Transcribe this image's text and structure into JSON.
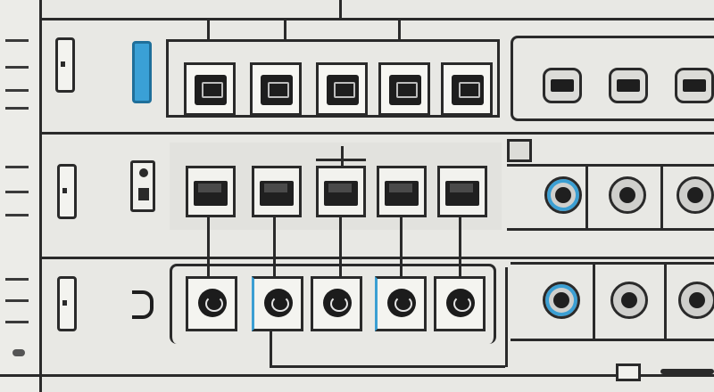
{
  "device": {
    "rows": [
      "top",
      "middle",
      "bottom"
    ],
    "top_row": {
      "ports": 5,
      "aux_ports": 3
    },
    "middle_row": {
      "ports": 5,
      "round_ports": 3
    },
    "bottom_row": {
      "ports": 5,
      "round_ports": 3
    }
  },
  "colors": {
    "background": "#e8e8e4",
    "outline": "#2a2a2a",
    "accent_blue": "#3b9fd3"
  },
  "icons": [
    "handle-icon",
    "ethernet-port-icon",
    "circular-port-icon",
    "coax-port-icon",
    "led-indicator-icon"
  ]
}
